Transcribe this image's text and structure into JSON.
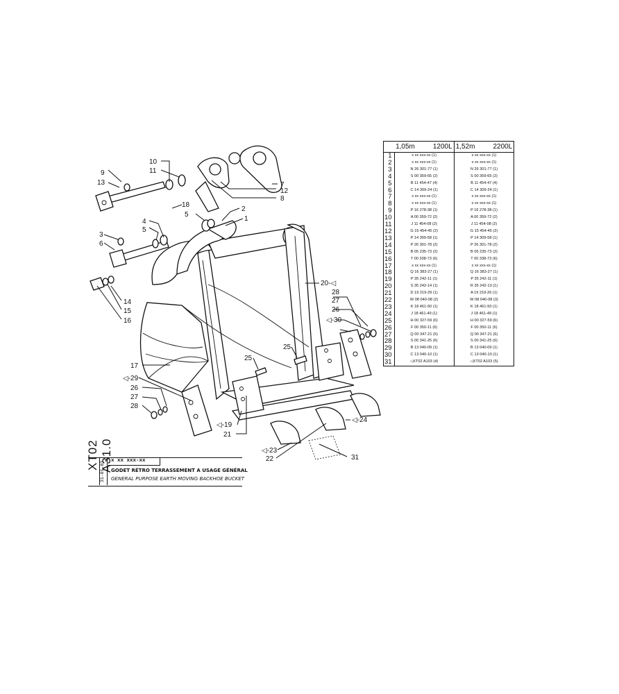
{
  "document": {
    "reference": "XT02 A31.0",
    "date": "31-01-83",
    "code": "x xx xxx-xx",
    "title_fr": "GODET RÉTRO TERRASSEMENT A USAGE GÉNÉRAL",
    "title_en": "GENERAL PURPOSE EARTH MOVING BACKHOE BUCKET"
  },
  "table": {
    "header": {
      "col1_size": "1,05m",
      "col1_volume": "1200L",
      "col2_size": "1,52m",
      "col2_volume": "2200L"
    },
    "rows": [
      {
        "n": "1",
        "c1": "x xx xxx-xx (1)",
        "c2": "x xx xxx-xx (1)"
      },
      {
        "n": "2",
        "c1": "x xx xxx-xx (1)",
        "c2": "x xx xxx-xx (1)"
      },
      {
        "n": "3",
        "c1": "N 26 301-77 (1)",
        "c2": "N 26 301-77 (1)"
      },
      {
        "n": "4",
        "c1": "S 00 359-65 (2)",
        "c2": "S 00 359-65 (2)"
      },
      {
        "n": "5",
        "c1": "B 11 454-47 (4)",
        "c2": "B 11 454-47 (4)"
      },
      {
        "n": "6",
        "c1": "C 14 309-24 (1)",
        "c2": "C 14 309-24 (1)"
      },
      {
        "n": "7",
        "c1": "x xx xxx-xx (1)",
        "c2": "x xx xxx-xx (1)"
      },
      {
        "n": "8",
        "c1": "x xx xxx-xx (1)",
        "c2": "x xx xxx-xx (1)"
      },
      {
        "n": "9",
        "c1": "P 16 278-38 (1)",
        "c2": "P 16 278-38 (1)"
      },
      {
        "n": "10",
        "c1": "A 00 359-72 (2)",
        "c2": "A 00 359-72 (2)"
      },
      {
        "n": "11",
        "c1": "J 11 454-08 (2)",
        "c2": "J 11 454-08 (2)"
      },
      {
        "n": "12",
        "c1": "G 15 454-45 (2)",
        "c2": "G 15 454-45 (2)"
      },
      {
        "n": "13",
        "c1": "P 14 309-58 (1)",
        "c2": "P 14 309-58 (1)"
      },
      {
        "n": "14",
        "c1": "P 26 301-78 (2)",
        "c2": "P 26 301-78 (2)"
      },
      {
        "n": "15",
        "c1": "B 05 235-73 (2)",
        "c2": "B 05 235-73 (2)"
      },
      {
        "n": "16",
        "c1": "T 00 338-73 (6)",
        "c2": "T 00 338-73 (6)"
      },
      {
        "n": "17",
        "c1": "x xx xxx-xx (1)",
        "c2": "x xx xxx-xx (1)"
      },
      {
        "n": "18",
        "c1": "Q 16 383-27 (1)",
        "c2": "Q 16 383-27 (1)"
      },
      {
        "n": "19",
        "c1": "P 35 242-11 (1)",
        "c2": "P 35 242-11 (1)"
      },
      {
        "n": "20",
        "c1": "S 35 242-14 (1)",
        "c2": "R 35 242-13 (1)"
      },
      {
        "n": "21",
        "c1": "D 19 219-29 (1)",
        "c2": "A 19 219-26 (1)"
      },
      {
        "n": "22",
        "c1": "W 08 040-08 (2)",
        "c2": "W 08 040-08 (3)"
      },
      {
        "n": "23",
        "c1": "K 18 461-50 (1)",
        "c2": "K 18 461-50 (1)"
      },
      {
        "n": "24",
        "c1": "J 18 461-49 (1)",
        "c2": "J 18 461-49 (1)"
      },
      {
        "n": "25",
        "c1": "H 00 327-59 (6)",
        "c2": "H 00 327-59 (6)"
      },
      {
        "n": "26",
        "c1": "F 00 350-11 (6)",
        "c2": "F 00 350-11 (6)"
      },
      {
        "n": "27",
        "c1": "Q 00 347-21 (6)",
        "c2": "Q 00 347-21 (6)"
      },
      {
        "n": "28",
        "c1": "S 00 341-25 (6)",
        "c2": "S 00 341-25 (6)"
      },
      {
        "n": "29",
        "c1": "B 13 040-09 (1)",
        "c2": "B 13 040-09 (1)"
      },
      {
        "n": "30",
        "c1": "C 13 040-10 (1)",
        "c2": "C 13 040-10 (1)"
      },
      {
        "n": "31",
        "c1": "◁XT02 A103 (4)",
        "c2": "◁XT02 A103 (5)"
      }
    ]
  },
  "callouts": {
    "c1": "1",
    "c2": "2",
    "c3": "3",
    "c4": "4",
    "c5a": "5",
    "c5b": "5",
    "c6": "6",
    "c7": "7",
    "c8": "8",
    "c9": "9",
    "c10": "10",
    "c11": "11",
    "c12": "12",
    "c13": "13",
    "c14": "14",
    "c15": "15",
    "c16": "16",
    "c17": "17",
    "c18": "18",
    "c19": "◁-19",
    "c20": "20-◁",
    "c21": "21",
    "c22": "22",
    "c23": "◁-23",
    "c24": "◁-24",
    "c25a": "25",
    "c25b": "25",
    "c26a": "26",
    "c26b": "26",
    "c27a": "27",
    "c27b": "27",
    "c28a": "28",
    "c28b": "28",
    "c29": "◁-29",
    "c30": "◁-30",
    "c31": "31"
  }
}
